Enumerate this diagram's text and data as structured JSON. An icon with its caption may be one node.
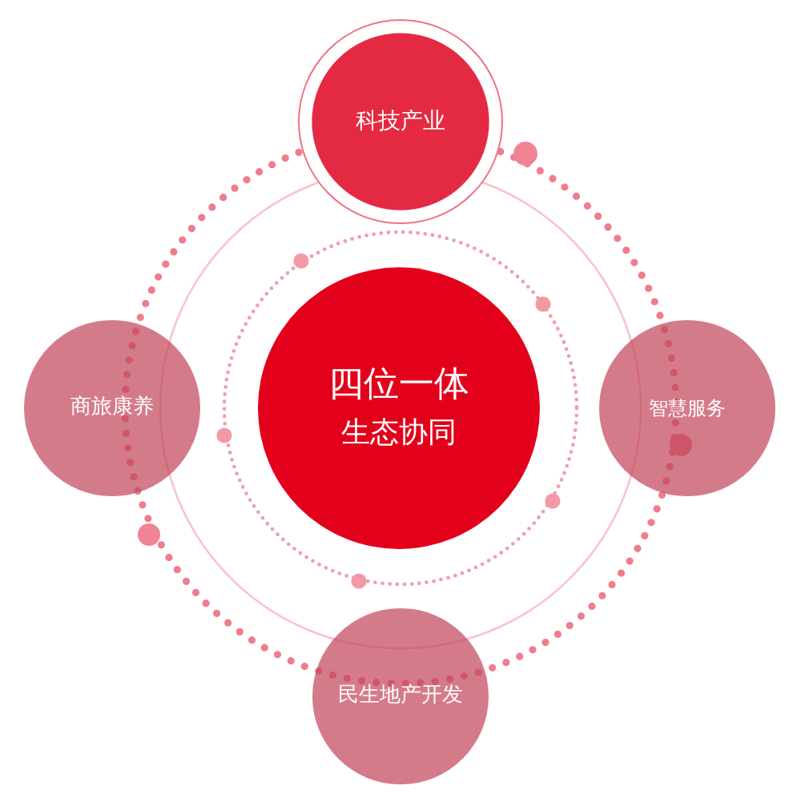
{
  "diagram": {
    "nodes": [
      {
        "text": [
          "科技产业"
        ]
      },
      {
        "text": [
          "商旅康养"
        ]
      },
      {
        "text": [
          "四位一体",
          "生态协同"
        ]
      },
      {
        "text": [
          "智慧服务"
        ]
      },
      {
        "text": [
          "民生地产开发"
        ]
      }
    ]
  }
}
